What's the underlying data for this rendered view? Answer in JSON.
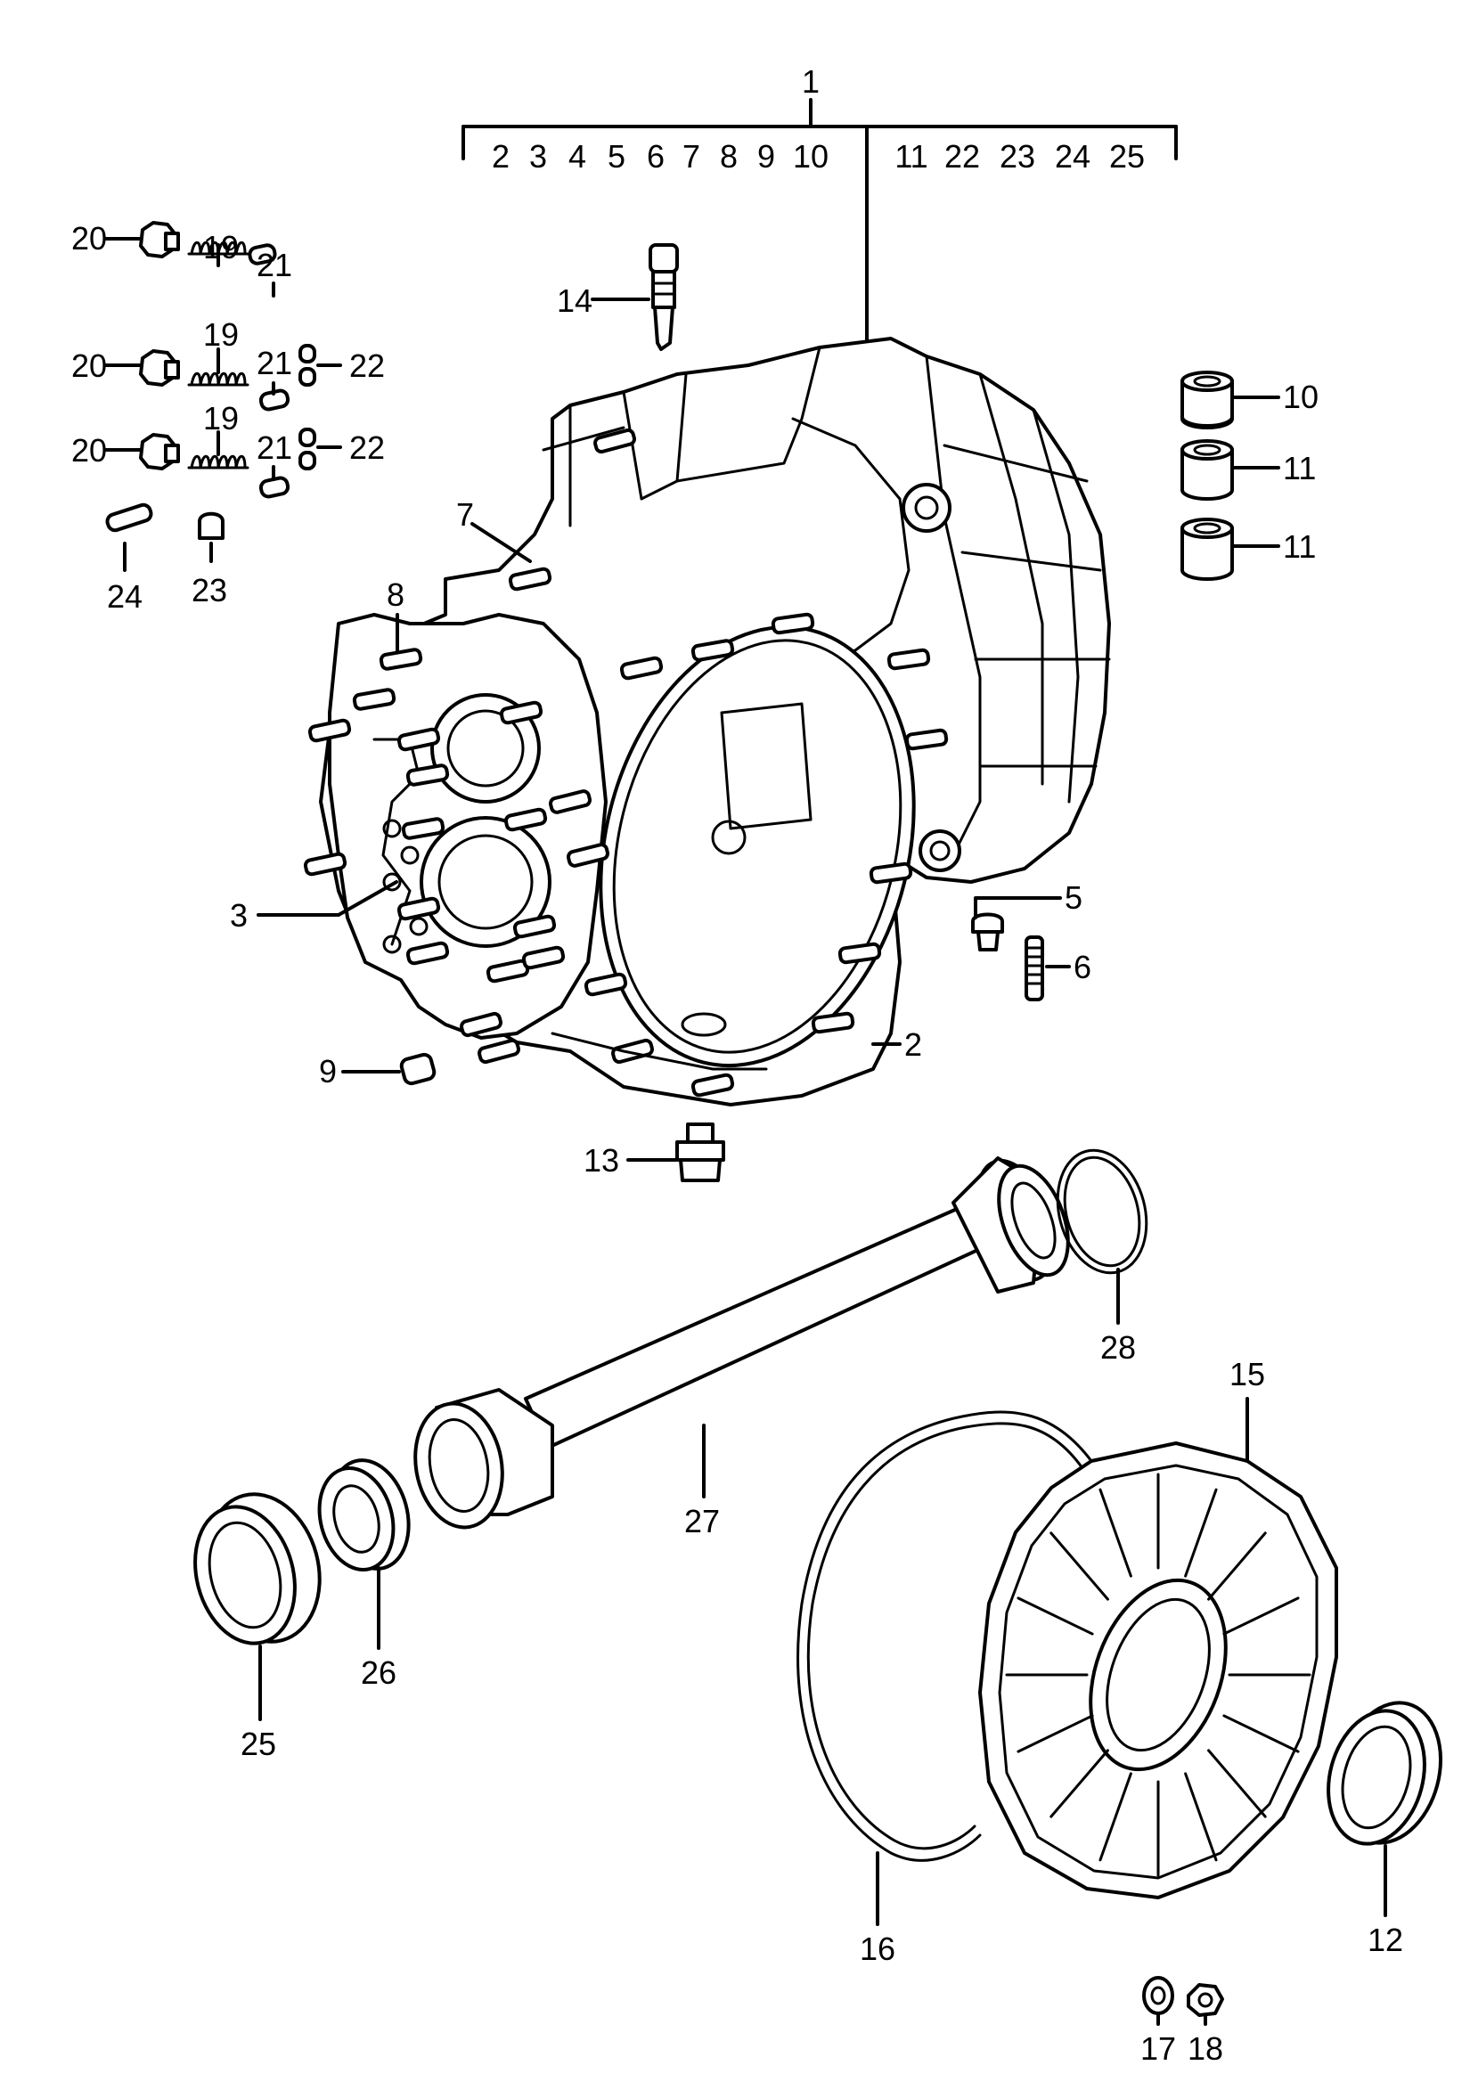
{
  "group_header": {
    "number": "1",
    "left_group": [
      "2",
      "3",
      "4",
      "5",
      "6",
      "7",
      "8",
      "9",
      "10"
    ],
    "right_group": [
      "11",
      "22",
      "23",
      "24",
      "25"
    ]
  },
  "callouts": {
    "p2": "2",
    "p3": "3",
    "p5": "5",
    "p6": "6",
    "p7": "7",
    "p8": "8",
    "p9": "9",
    "p10": "10",
    "p11a": "11",
    "p11b": "11",
    "p12": "12",
    "p13": "13",
    "p14": "14",
    "p15": "15",
    "p16": "16",
    "p17": "17",
    "p18": "18",
    "p19a": "19",
    "p19b": "19",
    "p19c": "19",
    "p20a": "20",
    "p20b": "20",
    "p20c": "20",
    "p21a": "21",
    "p21b": "21",
    "p21c": "21",
    "p22a": "22",
    "p22b": "22",
    "p23": "23",
    "p24": "24",
    "p25": "25",
    "p26": "26",
    "p27": "27",
    "p28": "28"
  },
  "parts": [
    "transmission-housing",
    "stud",
    "cover-plate",
    "plug",
    "stud",
    "stud",
    "stud",
    "sleeve",
    "bushing",
    "bushing",
    "seal-ring",
    "screw-plug",
    "breather",
    "cover",
    "o-ring",
    "washer",
    "nut",
    "spring",
    "plug",
    "pin",
    "ball",
    "cap",
    "pin",
    "seal",
    "seal",
    "tube",
    "o-ring"
  ]
}
